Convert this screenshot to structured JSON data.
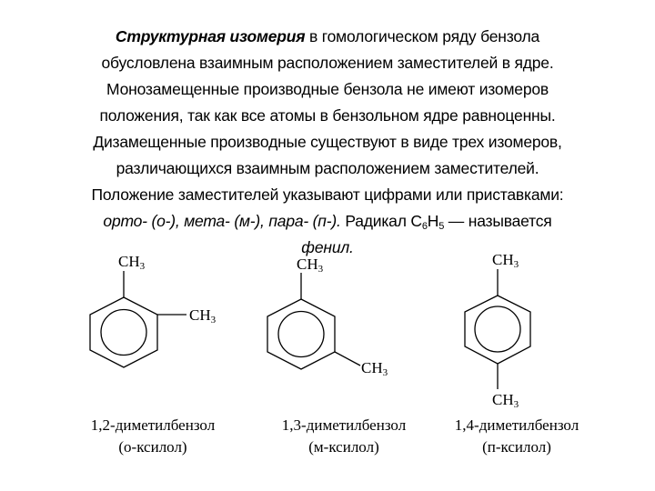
{
  "paragraph": {
    "line1_bold": "Структурная изомерия",
    "line1_rest": " в гомологическом ряду бензола",
    "line2": "обусловлена взаимным расположением заместителей в ядре.",
    "line3": "Монозамещенные производные бензола не имеют изомеров",
    "line4": "положения, так как все атомы в бензольном ядре равноценны.",
    "line5": "Дизамещенные производные существуют в виде трех изомеров,",
    "line6": "различающихся взаимным расположением заместителей.",
    "line7": "Положение заместителей указывают цифрами или приставками:",
    "line8_italic": "орто- (о-), мета- (м-), пара- (п-).",
    "line8_text": " Радикал C",
    "line8_sub1": "6",
    "line8_text2": "H",
    "line8_sub2": "5",
    "line8_text3": " — называется",
    "line9_italic": "фенил."
  },
  "structures": [
    {
      "substituent_main": "CH",
      "substituent_sub": "3",
      "name": "1,2-диметилбензол",
      "common_name": "(о-ксилол)"
    },
    {
      "substituent_main": "CH",
      "substituent_sub": "3",
      "name": "1,3-диметилбензол",
      "common_name": "(м-ксилол)"
    },
    {
      "substituent_main": "CH",
      "substituent_sub": "3",
      "name": "1,4-диметилбензол",
      "common_name": "(п-ксилол)"
    }
  ]
}
